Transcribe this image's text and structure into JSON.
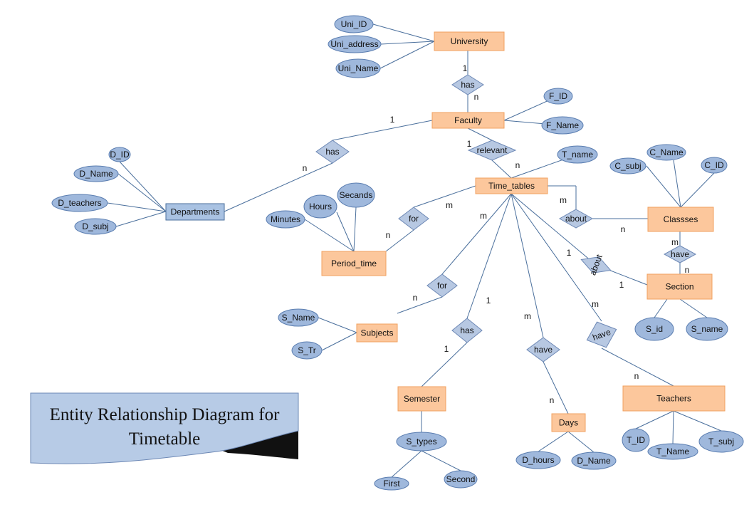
{
  "title": {
    "line1": "Entity Relationship Diagram for",
    "line2": "Timetable"
  },
  "colors": {
    "entity_fill": "#fcc79c",
    "entity_stroke": "#f0a160",
    "entity_blue_fill": "#a9c2e2",
    "entity_blue_stroke": "#4a6f9c",
    "attribute_fill": "#9fb8dc",
    "attribute_stroke": "#5a7db0",
    "relationship_fill": "#b7c8e2",
    "relationship_stroke": "#6d88b5",
    "line": "#4a6f9c",
    "banner_fill": "#b7cbe6",
    "banner_shadow": "#111111"
  },
  "entities": [
    {
      "id": "university",
      "label": "University"
    },
    {
      "id": "faculty",
      "label": "Faculty"
    },
    {
      "id": "departments",
      "label": "Departments"
    },
    {
      "id": "time_tables",
      "label": "Time_tables"
    },
    {
      "id": "classses",
      "label": "Classses"
    },
    {
      "id": "section",
      "label": "Section"
    },
    {
      "id": "period_time",
      "label": "Period_time"
    },
    {
      "id": "subjects",
      "label": "Subjects"
    },
    {
      "id": "semester",
      "label": "Semester"
    },
    {
      "id": "days",
      "label": "Days"
    },
    {
      "id": "teachers",
      "label": "Teachers"
    }
  ],
  "attributes": [
    {
      "id": "uni_id",
      "label": "Uni_ID"
    },
    {
      "id": "uni_address",
      "label": "Uni_address"
    },
    {
      "id": "uni_name",
      "label": "Uni_Name"
    },
    {
      "id": "f_id",
      "label": "F_ID"
    },
    {
      "id": "f_name",
      "label": "F_Name"
    },
    {
      "id": "d_id",
      "label": "D_ID"
    },
    {
      "id": "d_name_dept",
      "label": "D_Name"
    },
    {
      "id": "d_teachers",
      "label": "D_teachers"
    },
    {
      "id": "d_subj",
      "label": "D_subj"
    },
    {
      "id": "t_name_tt",
      "label": "T_name"
    },
    {
      "id": "c_subj",
      "label": "C_subj"
    },
    {
      "id": "c_name",
      "label": "C_Name"
    },
    {
      "id": "c_id",
      "label": "C_ID"
    },
    {
      "id": "minutes",
      "label": "Minutes"
    },
    {
      "id": "hours",
      "label": "Hours"
    },
    {
      "id": "secands",
      "label": "Secands"
    },
    {
      "id": "s_id",
      "label": "S_id"
    },
    {
      "id": "s_name_sec",
      "label": "S_name"
    },
    {
      "id": "s_name_subj",
      "label": "S_Name"
    },
    {
      "id": "s_tr",
      "label": "S_Tr"
    },
    {
      "id": "s_types",
      "label": "S_types"
    },
    {
      "id": "first",
      "label": "First"
    },
    {
      "id": "second",
      "label": "Second"
    },
    {
      "id": "d_hours",
      "label": "D_hours"
    },
    {
      "id": "d_name_days",
      "label": "D_Name"
    },
    {
      "id": "t_id",
      "label": "T_ID"
    },
    {
      "id": "t_name_teach",
      "label": "T_Name"
    },
    {
      "id": "t_subj",
      "label": "T_subj"
    }
  ],
  "relationships": [
    {
      "id": "rel_uni_fac",
      "label": "has"
    },
    {
      "id": "rel_fac_dept",
      "label": "has"
    },
    {
      "id": "rel_fac_tt",
      "label": "relevant"
    },
    {
      "id": "rel_tt_class",
      "label": "about"
    },
    {
      "id": "rel_class_sec",
      "label": "have"
    },
    {
      "id": "rel_tt_sec",
      "label": "about"
    },
    {
      "id": "rel_tt_period",
      "label": "for"
    },
    {
      "id": "rel_tt_subj",
      "label": "for"
    },
    {
      "id": "rel_tt_sem",
      "label": "has"
    },
    {
      "id": "rel_tt_days",
      "label": "have"
    },
    {
      "id": "rel_tt_teach",
      "label": "have"
    }
  ],
  "cardinalities": [
    {
      "id": "c1",
      "label": "1"
    },
    {
      "id": "c2",
      "label": "n"
    },
    {
      "id": "c3",
      "label": "1"
    },
    {
      "id": "c4",
      "label": "n"
    },
    {
      "id": "c5",
      "label": "1"
    },
    {
      "id": "c6",
      "label": "n"
    },
    {
      "id": "c7",
      "label": "m"
    },
    {
      "id": "c8",
      "label": "n"
    },
    {
      "id": "c9",
      "label": "m"
    },
    {
      "id": "c10",
      "label": "n"
    },
    {
      "id": "c11",
      "label": "1"
    },
    {
      "id": "c12",
      "label": "1"
    },
    {
      "id": "c13",
      "label": "m"
    },
    {
      "id": "c14",
      "label": "n"
    },
    {
      "id": "c15",
      "label": "m"
    },
    {
      "id": "c16",
      "label": "n"
    },
    {
      "id": "c17",
      "label": "1"
    },
    {
      "id": "c18",
      "label": "1"
    },
    {
      "id": "c19",
      "label": "m"
    },
    {
      "id": "c20",
      "label": "n"
    },
    {
      "id": "c21",
      "label": "m"
    },
    {
      "id": "c22",
      "label": "n"
    }
  ]
}
